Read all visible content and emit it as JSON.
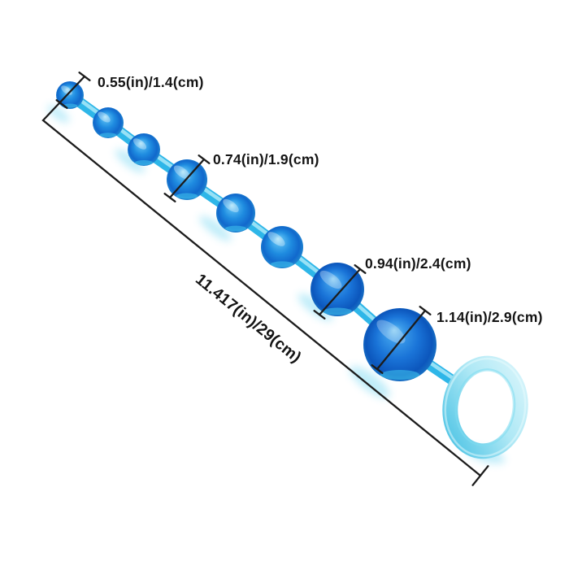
{
  "scene": {
    "description": "Blue jelly graduated bead chain with pull ring, annotated with dimension measurements on white background",
    "background_color": "#ffffff"
  },
  "product": {
    "name": "graduated-bead-chain-with-pull-ring",
    "bead_count": 8,
    "bead_color": "#1b7fd6",
    "connector_color": "#2eb6e8",
    "ring_color": "#9fe2f2"
  },
  "annotations": {
    "line_color": "#1c1c1c",
    "text_color": "#141414",
    "bead_diameter_small": "0.55(in)/1.4(cm)",
    "bead_diameter_medium": "0.74(in)/1.9(cm)",
    "bead_diameter_large": "0.94(in)/2.4(cm)",
    "bead_diameter_xlarge": "1.14(in)/2.9(cm)",
    "total_length": "11.417(in)/29(cm)"
  }
}
